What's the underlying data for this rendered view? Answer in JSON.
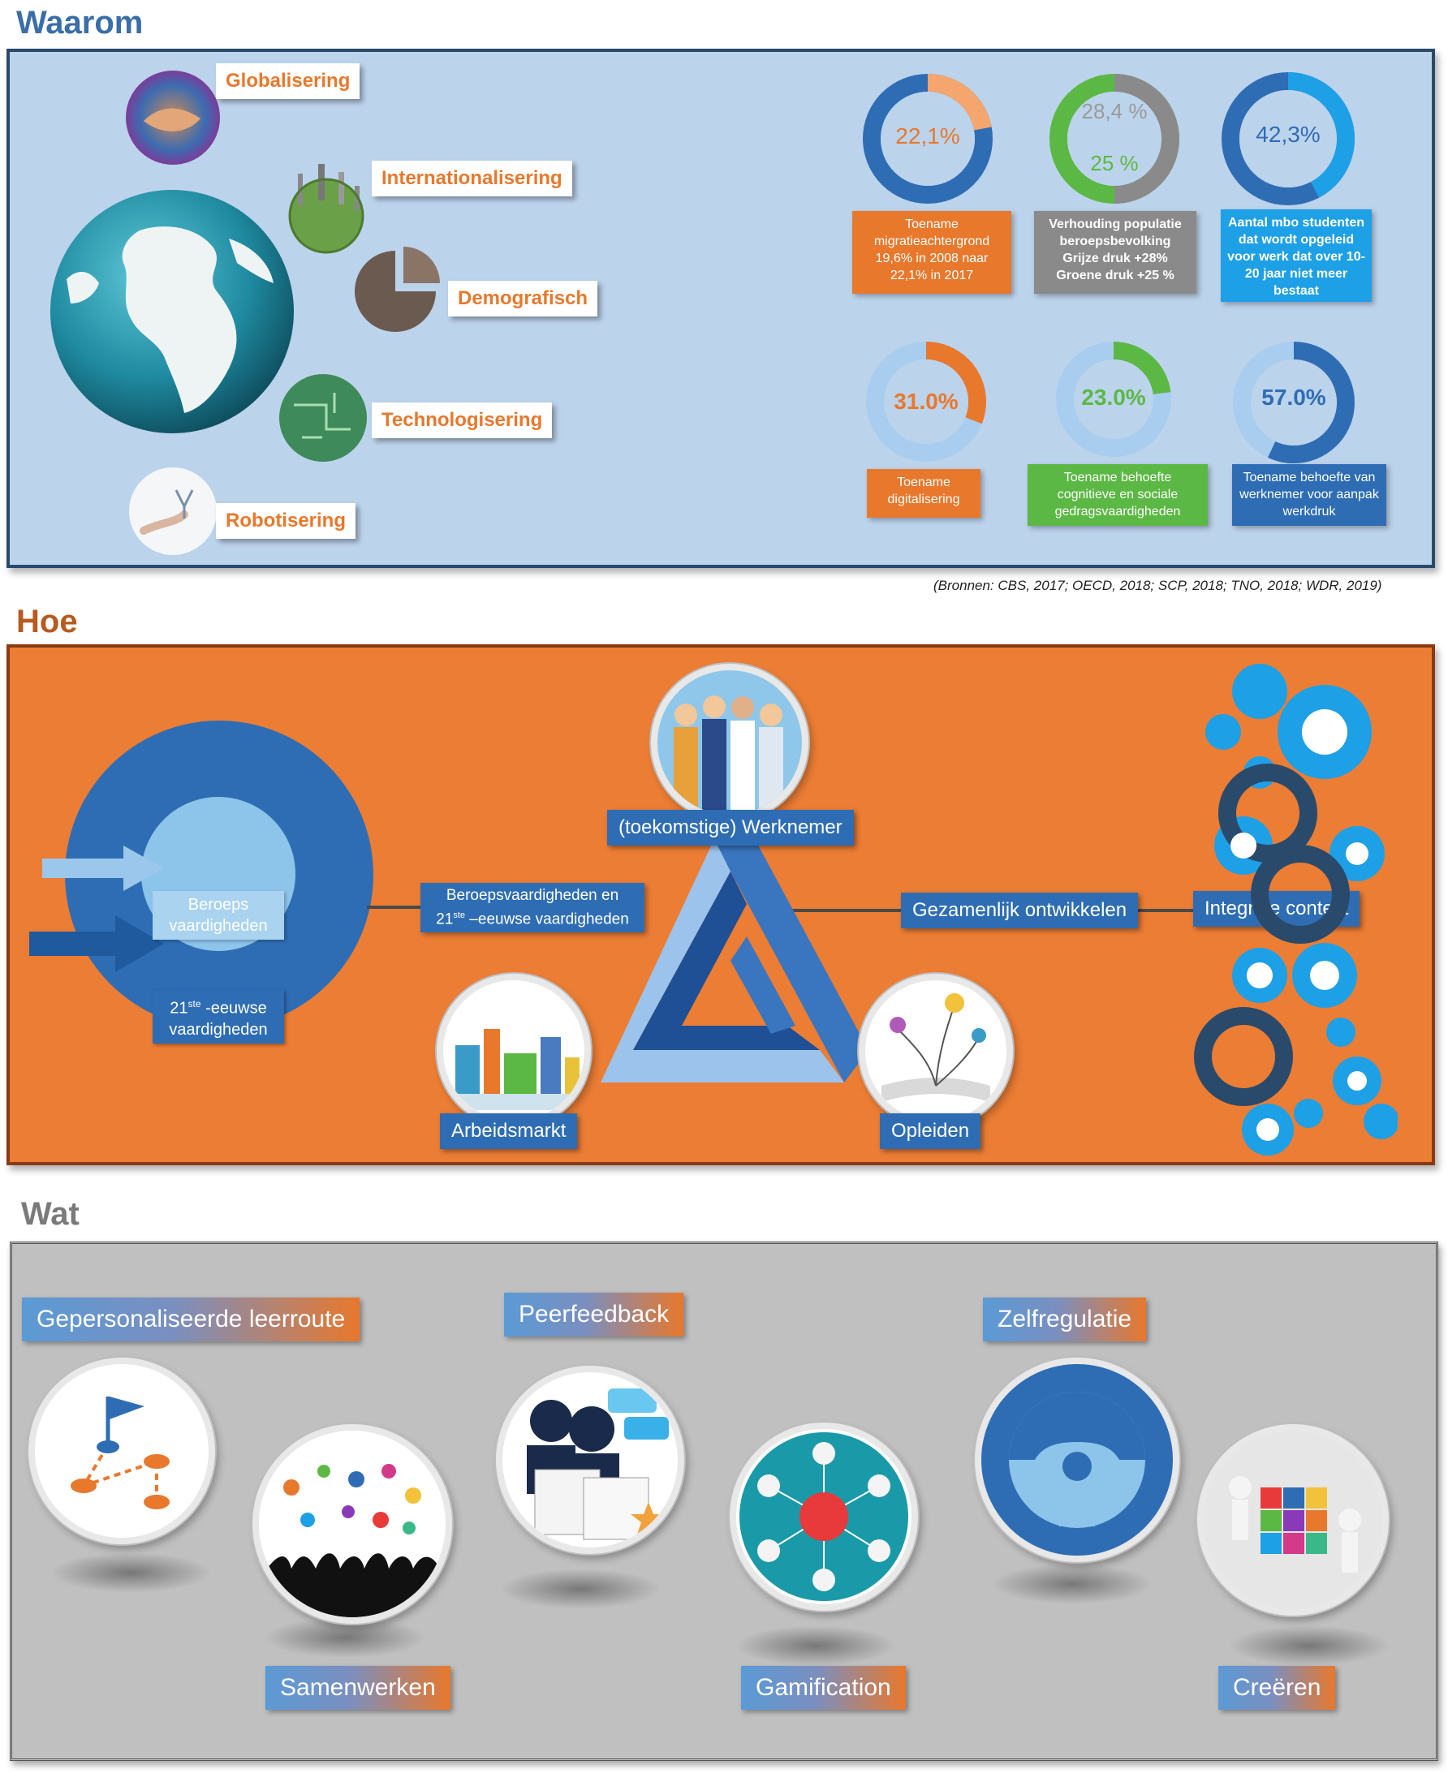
{
  "waarom": {
    "title": "Waarom",
    "trends": [
      "Globalisering",
      "Internationalisering",
      "Demografisch",
      "Technologisering",
      "Robotisering"
    ],
    "stats": [
      {
        "value": "22,1%",
        "caption": "Toename migratieachtergrond 19,6% in 2008 naar 22,1% in 2017",
        "fraction": 0.221,
        "color": "#e8782c"
      },
      {
        "value": "28,4 %",
        "value2": "25 %",
        "caption": "Verhouding populatie beroepsbevolking Grijze druk +28% Groene druk +25 %",
        "fraction": 0.284,
        "color": "#8a8a8a"
      },
      {
        "value": "42,3%",
        "caption": "Aantal mbo studenten dat wordt opgeleid voor werk dat over 10-20 jaar niet meer bestaat",
        "fraction": 0.423,
        "color": "#1ea0e6"
      },
      {
        "value": "31.0%",
        "caption": "Toename digitalisering",
        "fraction": 0.31,
        "color": "#e8782c"
      },
      {
        "value": "23.0%",
        "caption": "Toename behoefte cognitieve en sociale gedragsvaardigheden",
        "fraction": 0.23,
        "color": "#5cb844"
      },
      {
        "value": "57.0%",
        "caption": "Toename behoefte van werknemer voor aanpak werkdruk",
        "fraction": 0.57,
        "color": "#2e6db4"
      }
    ],
    "sources": "(Bronnen: CBS, 2017; OECD, 2018; SCP, 2018; TNO, 2018; WDR, 2019)"
  },
  "hoe": {
    "title": "Hoe",
    "inner_circle": "Beroeps vaardigheden",
    "outer_circle_pre": "21",
    "outer_circle_sup": "ste",
    "outer_circle_post": " -eeuwse vaardigheden",
    "link_left_line1": "Beroepsvaardigheden en",
    "link_left_pre": "21",
    "link_left_sup": "ste",
    "link_left_post": " –eeuwse vaardigheden",
    "werknemer": "(toekomstige) Werknemer",
    "gezamenlijk": "Gezamenlijk ontwikkelen",
    "integrale": "Integrale context",
    "arbeidsmarkt": "Arbeidsmarkt",
    "opleiden": "Opleiden"
  },
  "wat": {
    "title": "Wat",
    "items": [
      "Gepersonaliseerde leerroute",
      "Peerfeedback",
      "Zelfregulatie",
      "Samenwerken",
      "Gamification",
      "Creëren"
    ]
  }
}
